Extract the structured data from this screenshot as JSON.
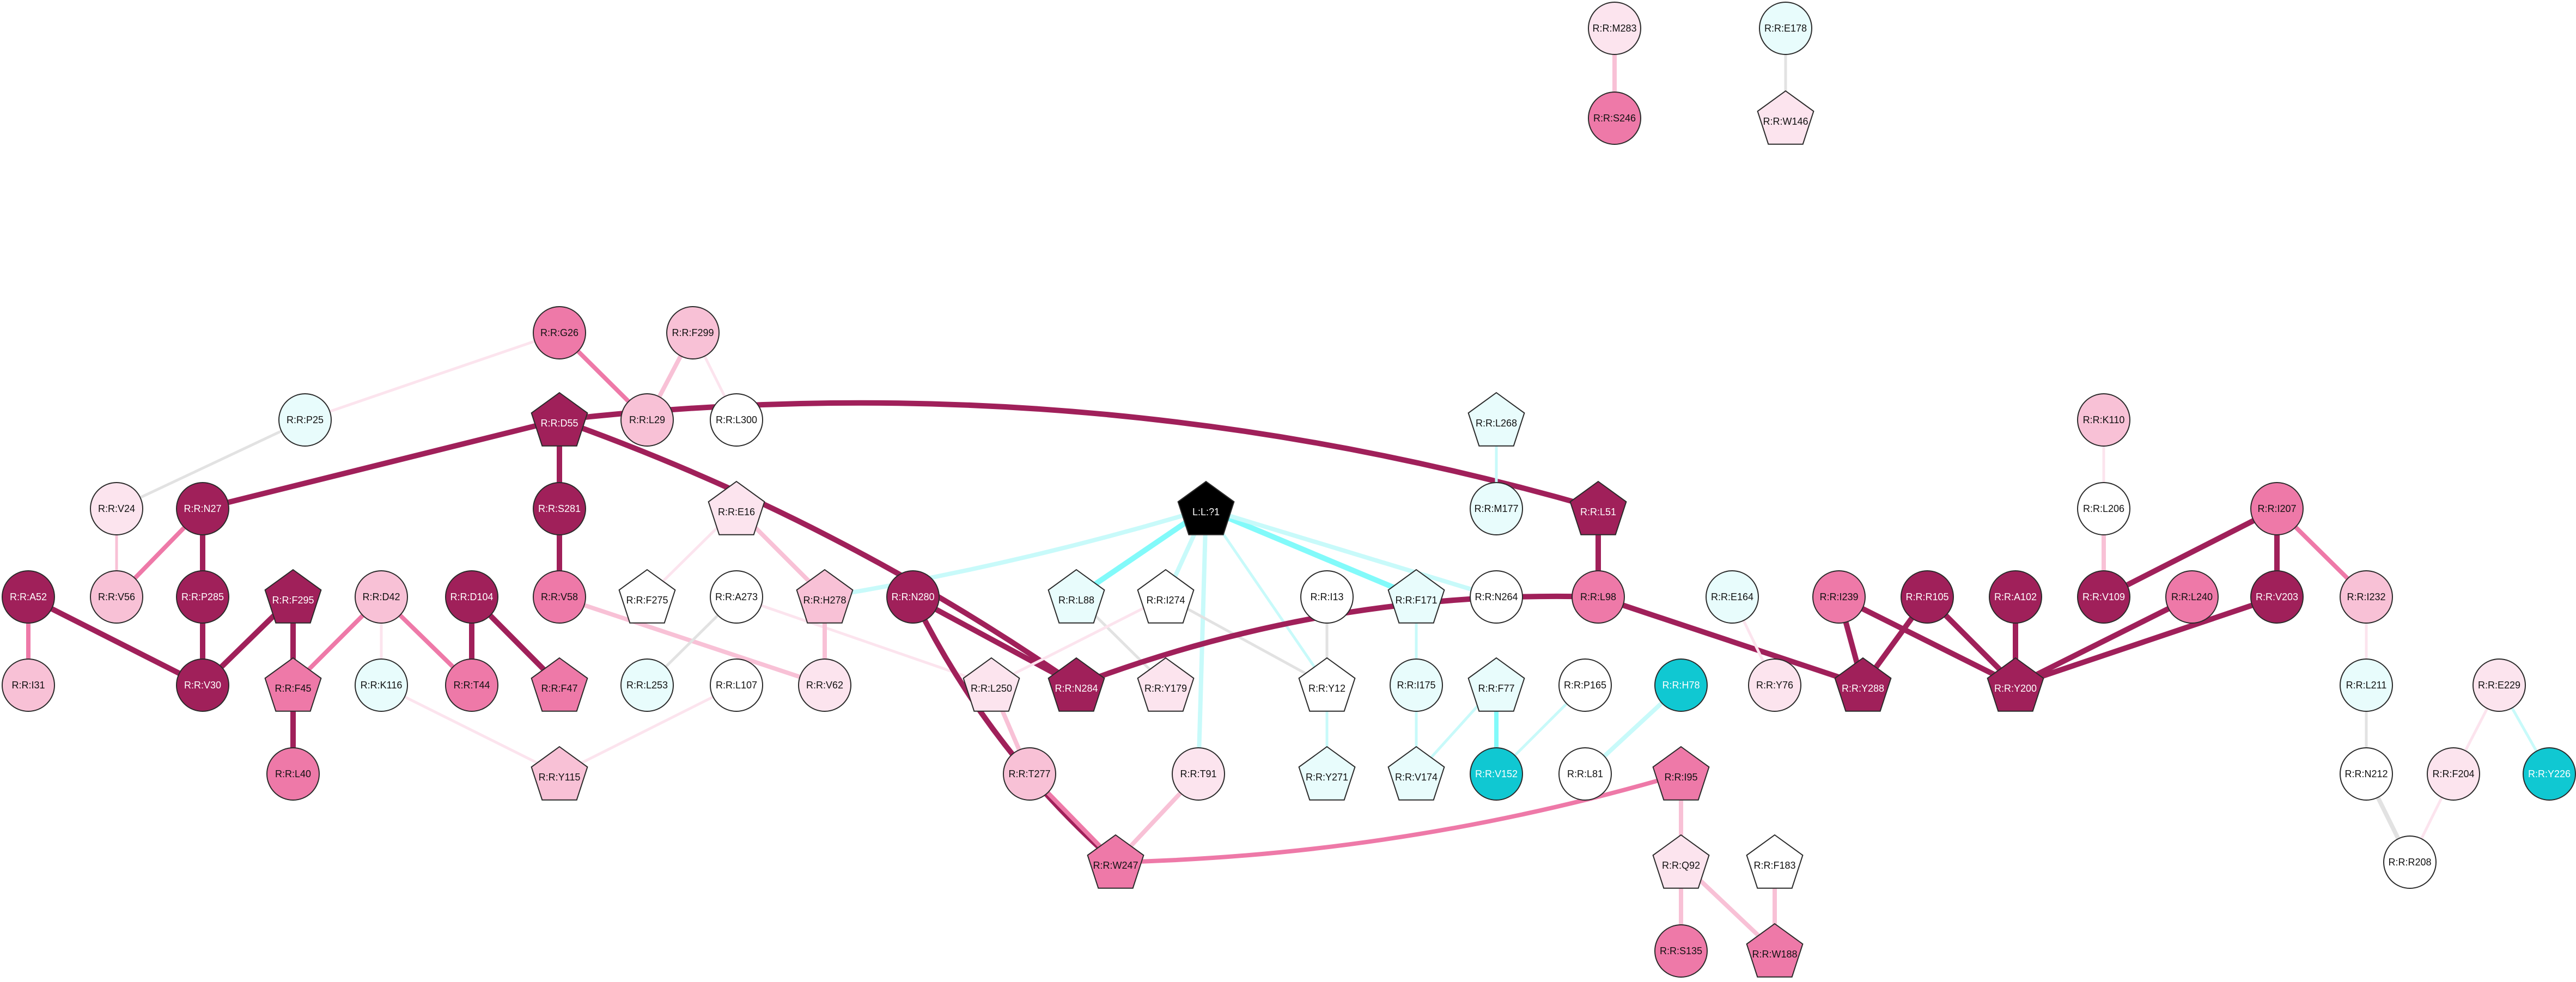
{
  "colors": {
    "pal_white": "#ffffff",
    "pal_pale_pink": "#fce4ee",
    "pal_light_pink": "#f8c1d6",
    "pal_pink": "#ee79a8",
    "pal_maroon": "#a0205a",
    "pal_pale_cyan": "#e8fcfc",
    "pal_cyan": "#10c8d2",
    "pal_black": "#000000",
    "edge_maroon": "#a0205a",
    "edge_pink": "#ee79a8",
    "edge_light_pink": "#f8c1d6",
    "edge_pale_pink": "#fce4ee",
    "edge_grey": "#e2e2e2",
    "edge_cyan": "#82fafa",
    "edge_pale_cyan": "#c8fafa",
    "stroke": "#2a2a2a"
  },
  "nodes": [
    {
      "id": "M283",
      "label": "R:R:M283",
      "shape": "circle",
      "fill": "pale_pink"
    },
    {
      "id": "S246",
      "label": "R:R:S246",
      "shape": "circle",
      "fill": "pink"
    },
    {
      "id": "E178",
      "label": "R:R:E178",
      "shape": "circle",
      "fill": "pale_cyan"
    },
    {
      "id": "W146",
      "label": "R:R:W146",
      "shape": "pentagon",
      "fill": "pale_pink"
    },
    {
      "id": "G26",
      "label": "R:R:G26",
      "shape": "circle",
      "fill": "pink"
    },
    {
      "id": "F299",
      "label": "R:R:F299",
      "shape": "circle",
      "fill": "light_pink"
    },
    {
      "id": "P25",
      "label": "R:R:P25",
      "shape": "circle",
      "fill": "pale_cyan"
    },
    {
      "id": "D55",
      "label": "R:R:D55",
      "shape": "pentagon",
      "fill": "maroon"
    },
    {
      "id": "L29",
      "label": "R:R:L29",
      "shape": "circle",
      "fill": "light_pink"
    },
    {
      "id": "L300",
      "label": "R:R:L300",
      "shape": "circle",
      "fill": "white"
    },
    {
      "id": "L268",
      "label": "R:R:L268",
      "shape": "pentagon",
      "fill": "pale_cyan"
    },
    {
      "id": "K110",
      "label": "R:R:K110",
      "shape": "circle",
      "fill": "light_pink"
    },
    {
      "id": "V24",
      "label": "R:R:V24",
      "shape": "circle",
      "fill": "pale_pink"
    },
    {
      "id": "N27",
      "label": "R:R:N27",
      "shape": "circle",
      "fill": "maroon"
    },
    {
      "id": "S281",
      "label": "R:R:S281",
      "shape": "circle",
      "fill": "maroon"
    },
    {
      "id": "E16",
      "label": "R:R:E16",
      "shape": "pentagon",
      "fill": "pale_pink"
    },
    {
      "id": "L71",
      "label": "L:L:?1",
      "shape": "pentagon",
      "fill": "black"
    },
    {
      "id": "M177",
      "label": "R:R:M177",
      "shape": "circle",
      "fill": "pale_cyan"
    },
    {
      "id": "L51",
      "label": "R:R:L51",
      "shape": "pentagon",
      "fill": "maroon"
    },
    {
      "id": "L206",
      "label": "R:R:L206",
      "shape": "circle",
      "fill": "white"
    },
    {
      "id": "I207",
      "label": "R:R:I207",
      "shape": "circle",
      "fill": "pink"
    },
    {
      "id": "V56",
      "label": "R:R:V56",
      "shape": "circle",
      "fill": "light_pink"
    },
    {
      "id": "P285",
      "label": "R:R:P285",
      "shape": "circle",
      "fill": "maroon"
    },
    {
      "id": "F295",
      "label": "R:R:F295",
      "shape": "pentagon",
      "fill": "maroon"
    },
    {
      "id": "D42",
      "label": "R:R:D42",
      "shape": "circle",
      "fill": "light_pink"
    },
    {
      "id": "D104",
      "label": "R:R:D104",
      "shape": "circle",
      "fill": "maroon"
    },
    {
      "id": "V58",
      "label": "R:R:V58",
      "shape": "circle",
      "fill": "pink"
    },
    {
      "id": "F275",
      "label": "R:R:F275",
      "shape": "pentagon",
      "fill": "white"
    },
    {
      "id": "A273",
      "label": "R:R:A273",
      "shape": "circle",
      "fill": "white"
    },
    {
      "id": "H278",
      "label": "R:R:H278",
      "shape": "pentagon",
      "fill": "light_pink"
    },
    {
      "id": "N280",
      "label": "R:R:N280",
      "shape": "circle",
      "fill": "maroon"
    },
    {
      "id": "L88",
      "label": "R:R:L88",
      "shape": "pentagon",
      "fill": "pale_cyan"
    },
    {
      "id": "I274",
      "label": "R:R:I274",
      "shape": "pentagon",
      "fill": "white"
    },
    {
      "id": "I13",
      "label": "R:R:I13",
      "shape": "circle",
      "fill": "white"
    },
    {
      "id": "F171",
      "label": "R:R:F171",
      "shape": "pentagon",
      "fill": "pale_cyan"
    },
    {
      "id": "N264",
      "label": "R:R:N264",
      "shape": "circle",
      "fill": "white"
    },
    {
      "id": "L98",
      "label": "R:R:L98",
      "shape": "circle",
      "fill": "pink"
    },
    {
      "id": "E164",
      "label": "R:R:E164",
      "shape": "circle",
      "fill": "pale_cyan"
    },
    {
      "id": "I239",
      "label": "R:R:I239",
      "shape": "circle",
      "fill": "pink"
    },
    {
      "id": "R105",
      "label": "R:R:R105",
      "shape": "circle",
      "fill": "maroon"
    },
    {
      "id": "A102",
      "label": "R:R:A102",
      "shape": "circle",
      "fill": "maroon"
    },
    {
      "id": "V109",
      "label": "R:R:V109",
      "shape": "circle",
      "fill": "maroon"
    },
    {
      "id": "L240",
      "label": "R:R:L240",
      "shape": "circle",
      "fill": "pink"
    },
    {
      "id": "V203",
      "label": "R:R:V203",
      "shape": "circle",
      "fill": "maroon"
    },
    {
      "id": "I232",
      "label": "R:R:I232",
      "shape": "circle",
      "fill": "light_pink"
    },
    {
      "id": "A52",
      "label": "R:R:A52",
      "shape": "circle",
      "fill": "maroon"
    },
    {
      "id": "I31",
      "label": "R:R:I31",
      "shape": "circle",
      "fill": "light_pink"
    },
    {
      "id": "V30",
      "label": "R:R:V30",
      "shape": "circle",
      "fill": "maroon"
    },
    {
      "id": "F45",
      "label": "R:R:F45",
      "shape": "pentagon",
      "fill": "pink"
    },
    {
      "id": "K116",
      "label": "R:R:K116",
      "shape": "circle",
      "fill": "pale_cyan"
    },
    {
      "id": "T44",
      "label": "R:R:T44",
      "shape": "circle",
      "fill": "pink"
    },
    {
      "id": "F47",
      "label": "R:R:F47",
      "shape": "pentagon",
      "fill": "pink"
    },
    {
      "id": "L253",
      "label": "R:R:L253",
      "shape": "circle",
      "fill": "pale_cyan"
    },
    {
      "id": "L107",
      "label": "R:R:L107",
      "shape": "circle",
      "fill": "white"
    },
    {
      "id": "V62",
      "label": "R:R:V62",
      "shape": "circle",
      "fill": "pale_pink"
    },
    {
      "id": "L250",
      "label": "R:R:L250",
      "shape": "pentagon",
      "fill": "pale_pink"
    },
    {
      "id": "N284",
      "label": "R:R:N284",
      "shape": "pentagon",
      "fill": "maroon"
    },
    {
      "id": "Y179",
      "label": "R:R:Y179",
      "shape": "pentagon",
      "fill": "pale_pink"
    },
    {
      "id": "Y12",
      "label": "R:R:Y12",
      "shape": "pentagon",
      "fill": "white"
    },
    {
      "id": "I175",
      "label": "R:R:I175",
      "shape": "circle",
      "fill": "pale_cyan"
    },
    {
      "id": "F77",
      "label": "R:R:F77",
      "shape": "pentagon",
      "fill": "pale_cyan"
    },
    {
      "id": "P165",
      "label": "R:R:P165",
      "shape": "circle",
      "fill": "white"
    },
    {
      "id": "H78",
      "label": "R:R:H78",
      "shape": "circle",
      "fill": "cyan"
    },
    {
      "id": "Y76",
      "label": "R:R:Y76",
      "shape": "circle",
      "fill": "pale_pink"
    },
    {
      "id": "Y288",
      "label": "R:R:Y288",
      "shape": "pentagon",
      "fill": "maroon"
    },
    {
      "id": "Y200",
      "label": "R:R:Y200",
      "shape": "pentagon",
      "fill": "maroon"
    },
    {
      "id": "L211",
      "label": "R:R:L211",
      "shape": "circle",
      "fill": "pale_cyan"
    },
    {
      "id": "E229",
      "label": "R:R:E229",
      "shape": "circle",
      "fill": "pale_pink"
    },
    {
      "id": "L40",
      "label": "R:R:L40",
      "shape": "circle",
      "fill": "pink"
    },
    {
      "id": "Y115",
      "label": "R:R:Y115",
      "shape": "pentagon",
      "fill": "light_pink"
    },
    {
      "id": "T277",
      "label": "R:R:T277",
      "shape": "circle",
      "fill": "light_pink"
    },
    {
      "id": "T91",
      "label": "R:R:T91",
      "shape": "circle",
      "fill": "pale_pink"
    },
    {
      "id": "Y271",
      "label": "R:R:Y271",
      "shape": "pentagon",
      "fill": "pale_cyan"
    },
    {
      "id": "V174",
      "label": "R:R:V174",
      "shape": "pentagon",
      "fill": "pale_cyan"
    },
    {
      "id": "V152",
      "label": "R:R:V152",
      "shape": "circle",
      "fill": "cyan"
    },
    {
      "id": "L81",
      "label": "R:R:L81",
      "shape": "circle",
      "fill": "white"
    },
    {
      "id": "I95",
      "label": "R:R:I95",
      "shape": "pentagon",
      "fill": "pink"
    },
    {
      "id": "N212",
      "label": "R:R:N212",
      "shape": "circle",
      "fill": "white"
    },
    {
      "id": "F204",
      "label": "R:R:F204",
      "shape": "circle",
      "fill": "pale_pink"
    },
    {
      "id": "Y226",
      "label": "R:R:Y226",
      "shape": "circle",
      "fill": "cyan"
    },
    {
      "id": "W247",
      "label": "R:R:W247",
      "shape": "pentagon",
      "fill": "pink"
    },
    {
      "id": "Q92",
      "label": "R:R:Q92",
      "shape": "pentagon",
      "fill": "pale_pink"
    },
    {
      "id": "F183",
      "label": "R:R:F183",
      "shape": "pentagon",
      "fill": "white"
    },
    {
      "id": "R208",
      "label": "R:R:R208",
      "shape": "circle",
      "fill": "white"
    },
    {
      "id": "S135",
      "label": "R:R:S135",
      "shape": "circle",
      "fill": "pink"
    },
    {
      "id": "W188",
      "label": "R:R:W188",
      "shape": "pentagon",
      "fill": "pink"
    }
  ],
  "edges": [
    {
      "from": "M283",
      "to": "S246",
      "color": "light_pink",
      "weight": 2
    },
    {
      "from": "E178",
      "to": "W146",
      "color": "grey",
      "weight": 1
    },
    {
      "from": "G26",
      "to": "P25",
      "color": "pale_pink",
      "weight": 1
    },
    {
      "from": "G26",
      "to": "L29",
      "color": "pink",
      "weight": 2
    },
    {
      "from": "F299",
      "to": "L29",
      "color": "light_pink",
      "weight": 2
    },
    {
      "from": "F299",
      "to": "L300",
      "color": "pale_pink",
      "weight": 1
    },
    {
      "from": "P25",
      "to": "V24",
      "color": "grey",
      "weight": 1
    },
    {
      "from": "D55",
      "to": "N27",
      "color": "maroon",
      "weight": 3
    },
    {
      "from": "D55",
      "to": "S281",
      "color": "maroon",
      "weight": 3
    },
    {
      "from": "D55",
      "to": "L51",
      "color": "maroon",
      "weight": 3,
      "curve": -60
    },
    {
      "from": "D55",
      "to": "N284",
      "color": "maroon",
      "weight": 3,
      "curve": -40
    },
    {
      "from": "L268",
      "to": "M177",
      "color": "pale_cyan",
      "weight": 1
    },
    {
      "from": "K110",
      "to": "L206",
      "color": "pale_pink",
      "weight": 1
    },
    {
      "from": "V24",
      "to": "V56",
      "color": "light_pink",
      "weight": 1
    },
    {
      "from": "N27",
      "to": "V56",
      "color": "pink",
      "weight": 2
    },
    {
      "from": "N27",
      "to": "P285",
      "color": "maroon",
      "weight": 3
    },
    {
      "from": "S281",
      "to": "V58",
      "color": "maroon",
      "weight": 3
    },
    {
      "from": "E16",
      "to": "F275",
      "color": "pale_pink",
      "weight": 1
    },
    {
      "from": "E16",
      "to": "H278",
      "color": "light_pink",
      "weight": 2
    },
    {
      "from": "L71",
      "to": "L88",
      "color": "cyan",
      "weight": 3
    },
    {
      "from": "L71",
      "to": "F171",
      "color": "cyan",
      "weight": 3
    },
    {
      "from": "L71",
      "to": "I274",
      "color": "pale_cyan",
      "weight": 2
    },
    {
      "from": "L71",
      "to": "N264",
      "color": "pale_cyan",
      "weight": 2
    },
    {
      "from": "L71",
      "to": "Y12",
      "color": "pale_cyan",
      "weight": 1
    },
    {
      "from": "L71",
      "to": "T91",
      "color": "pale_cyan",
      "weight": 2
    },
    {
      "from": "L71",
      "to": "H278",
      "color": "pale_cyan",
      "weight": 2,
      "curve": -20
    },
    {
      "from": "L51",
      "to": "L98",
      "color": "maroon",
      "weight": 3
    },
    {
      "from": "L206",
      "to": "V109",
      "color": "light_pink",
      "weight": 2
    },
    {
      "from": "I207",
      "to": "V109",
      "color": "maroon",
      "weight": 3
    },
    {
      "from": "I207",
      "to": "V203",
      "color": "maroon",
      "weight": 3
    },
    {
      "from": "I207",
      "to": "I232",
      "color": "pink",
      "weight": 2
    },
    {
      "from": "P285",
      "to": "V30",
      "color": "maroon",
      "weight": 3
    },
    {
      "from": "F295",
      "to": "V30",
      "color": "maroon",
      "weight": 3
    },
    {
      "from": "F295",
      "to": "F45",
      "color": "maroon",
      "weight": 3
    },
    {
      "from": "D42",
      "to": "F45",
      "color": "pink",
      "weight": 2
    },
    {
      "from": "D42",
      "to": "T44",
      "color": "pink",
      "weight": 2
    },
    {
      "from": "D42",
      "to": "K116",
      "color": "pale_pink",
      "weight": 1
    },
    {
      "from": "D104",
      "to": "T44",
      "color": "maroon",
      "weight": 3
    },
    {
      "from": "D104",
      "to": "F47",
      "color": "maroon",
      "weight": 3
    },
    {
      "from": "V58",
      "to": "V62",
      "color": "light_pink",
      "weight": 2
    },
    {
      "from": "A273",
      "to": "L253",
      "color": "grey",
      "weight": 1
    },
    {
      "from": "A273",
      "to": "L250",
      "color": "pale_pink",
      "weight": 1
    },
    {
      "from": "H278",
      "to": "V62",
      "color": "light_pink",
      "weight": 2
    },
    {
      "from": "N280",
      "to": "N284",
      "color": "maroon",
      "weight": 3
    },
    {
      "from": "N280",
      "to": "W247",
      "color": "maroon",
      "weight": 3,
      "curve": 60
    },
    {
      "from": "L88",
      "to": "Y179",
      "color": "grey",
      "weight": 1
    },
    {
      "from": "I274",
      "to": "Y12",
      "color": "grey",
      "weight": 1
    },
    {
      "from": "I274",
      "to": "L250",
      "color": "pale_pink",
      "weight": 1
    },
    {
      "from": "I13",
      "to": "Y12",
      "color": "grey",
      "weight": 1
    },
    {
      "from": "F171",
      "to": "I175",
      "color": "pale_cyan",
      "weight": 1
    },
    {
      "from": "L98",
      "to": "N284",
      "color": "maroon",
      "weight": 3,
      "curve": 60
    },
    {
      "from": "L98",
      "to": "Y288",
      "color": "maroon",
      "weight": 3
    },
    {
      "from": "E164",
      "to": "Y76",
      "color": "pale_pink",
      "weight": 1
    },
    {
      "from": "I239",
      "to": "Y288",
      "color": "maroon",
      "weight": 3
    },
    {
      "from": "I239",
      "to": "Y200",
      "color": "maroon",
      "weight": 3
    },
    {
      "from": "R105",
      "to": "Y288",
      "color": "maroon",
      "weight": 3
    },
    {
      "from": "R105",
      "to": "Y200",
      "color": "maroon",
      "weight": 3
    },
    {
      "from": "A102",
      "to": "Y200",
      "color": "maroon",
      "weight": 3
    },
    {
      "from": "L240",
      "to": "Y200",
      "color": "maroon",
      "weight": 3
    },
    {
      "from": "V203",
      "to": "Y200",
      "color": "maroon",
      "weight": 3
    },
    {
      "from": "I232",
      "to": "L211",
      "color": "pale_pink",
      "weight": 1
    },
    {
      "from": "A52",
      "to": "I31",
      "color": "pink",
      "weight": 2
    },
    {
      "from": "A52",
      "to": "V30",
      "color": "maroon",
      "weight": 3
    },
    {
      "from": "F45",
      "to": "L40",
      "color": "maroon",
      "weight": 3
    },
    {
      "from": "K116",
      "to": "Y115",
      "color": "pale_pink",
      "weight": 1
    },
    {
      "from": "L107",
      "to": "Y115",
      "color": "pale_pink",
      "weight": 1
    },
    {
      "from": "L250",
      "to": "T277",
      "color": "light_pink",
      "weight": 2
    },
    {
      "from": "T277",
      "to": "W247",
      "color": "pink",
      "weight": 2
    },
    {
      "from": "T91",
      "to": "W247",
      "color": "light_pink",
      "weight": 2
    },
    {
      "from": "Y12",
      "to": "Y271",
      "color": "pale_cyan",
      "weight": 1
    },
    {
      "from": "I175",
      "to": "V174",
      "color": "pale_cyan",
      "weight": 1
    },
    {
      "from": "F77",
      "to": "V174",
      "color": "pale_cyan",
      "weight": 1
    },
    {
      "from": "F77",
      "to": "V152",
      "color": "cyan",
      "weight": 2
    },
    {
      "from": "P165",
      "to": "V152",
      "color": "pale_cyan",
      "weight": 1
    },
    {
      "from": "H78",
      "to": "L81",
      "color": "pale_cyan",
      "weight": 2
    },
    {
      "from": "L211",
      "to": "N212",
      "color": "grey",
      "weight": 1
    },
    {
      "from": "N212",
      "to": "R208",
      "color": "grey",
      "weight": 2
    },
    {
      "from": "E229",
      "to": "F204",
      "color": "pale_pink",
      "weight": 1
    },
    {
      "from": "E229",
      "to": "Y226",
      "color": "pale_cyan",
      "weight": 1
    },
    {
      "from": "F204",
      "to": "R208",
      "color": "pale_pink",
      "weight": 1
    },
    {
      "from": "I95",
      "to": "W247",
      "color": "pink",
      "weight": 2,
      "curve": -40
    },
    {
      "from": "I95",
      "to": "Q92",
      "color": "light_pink",
      "weight": 2
    },
    {
      "from": "Q92",
      "to": "S135",
      "color": "light_pink",
      "weight": 2
    },
    {
      "from": "Q92",
      "to": "W188",
      "color": "light_pink",
      "weight": 2
    },
    {
      "from": "F183",
      "to": "W188",
      "color": "light_pink",
      "weight": 2
    }
  ]
}
